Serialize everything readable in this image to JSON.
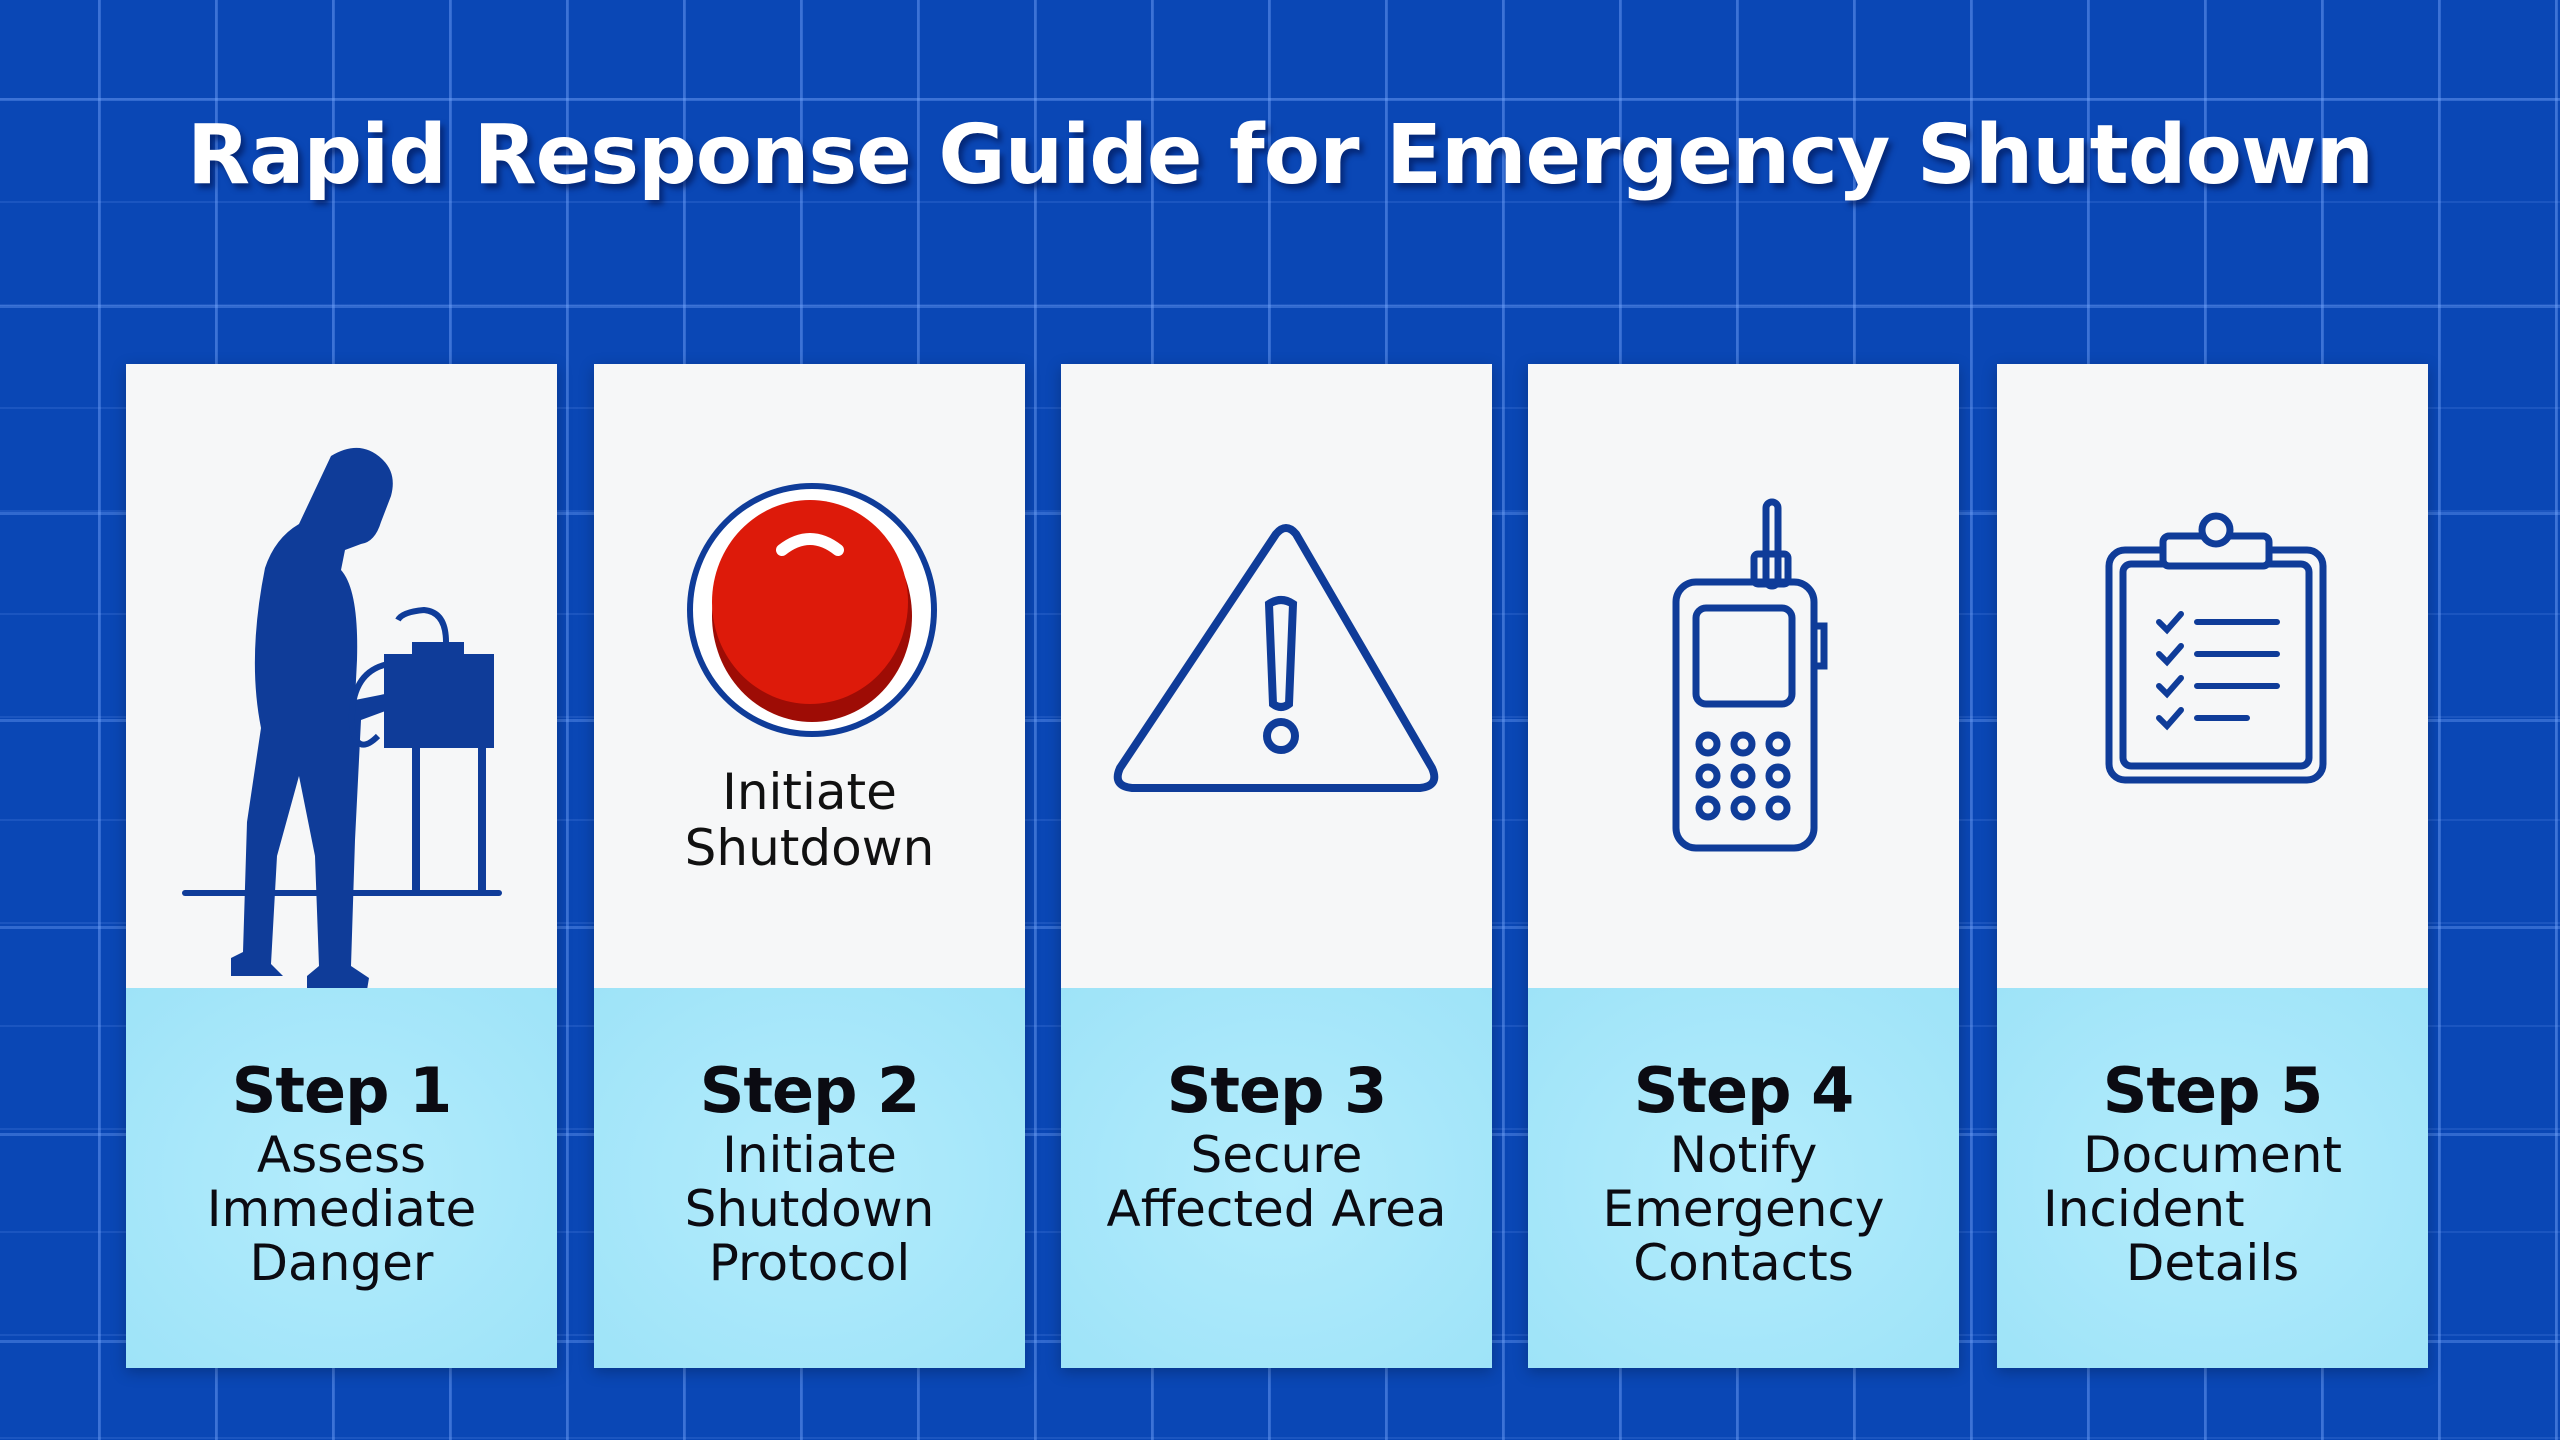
{
  "title": "Rapid Response Guide for Emergency Shutdown",
  "colors": {
    "background": "#0a47b5",
    "icon_blue": "#0f3c99",
    "button_red": "#dd1a0a",
    "step_panel": "#a6e6f9"
  },
  "steps": [
    {
      "label": "Step 1",
      "lines": [
        "Assess",
        "Immediate",
        "Danger"
      ],
      "icon": "worker-silhouette-icon"
    },
    {
      "label": "Step 2",
      "lines": [
        "Initiate",
        "Shutdown",
        "Protocol"
      ],
      "icon": "red-emergency-button-icon",
      "icon_caption": [
        "Initiate",
        "Shutdown"
      ]
    },
    {
      "label": "Step 3",
      "lines": [
        "Secure",
        "Affected Area"
      ],
      "icon": "warning-triangle-icon"
    },
    {
      "label": "Step 4",
      "lines": [
        "Notify",
        "Emergency",
        "Contacts"
      ],
      "icon": "radio-phone-icon"
    },
    {
      "label": "Step 5",
      "lines": [
        "Document",
        "Incident",
        "Details"
      ],
      "icon": "clipboard-checklist-icon"
    }
  ]
}
